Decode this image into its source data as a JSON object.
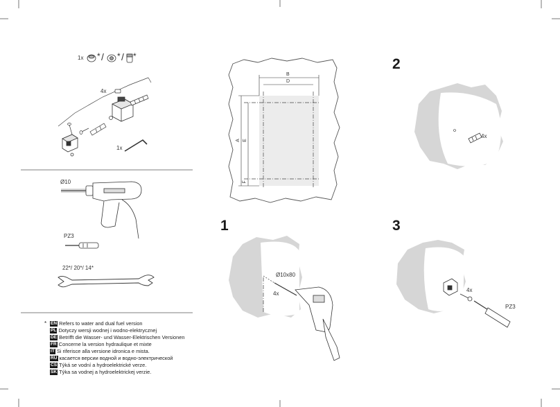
{
  "steps": {
    "s1": "1",
    "s2": "2",
    "s3": "3"
  },
  "parts": {
    "qty_1x_top": "1x",
    "variant_star_1": "*",
    "variant_slash_1": "/",
    "variant_star_2": "*",
    "variant_slash_2": "/",
    "variant_star_3": "*",
    "qty_4x": "4x",
    "qty_1x_key": "1x"
  },
  "tools": {
    "drill_bit": "Ø10",
    "screwdriver": "PZ3",
    "wrench": "22*/ 20*/ 14*"
  },
  "template": {
    "B": "B",
    "D": "D",
    "A": "A",
    "E": "E",
    "F": "F"
  },
  "step1": {
    "hole": "Ø10x80",
    "qty": "4x"
  },
  "step2": {
    "qty": "4x"
  },
  "step3": {
    "qty": "4x",
    "tool": "PZ3"
  },
  "legend": {
    "asterisk": "*",
    "rows": [
      {
        "code": "EN",
        "text": "Refers to water and dual fuel version"
      },
      {
        "code": "PL",
        "text": "Dotyczy wersji wodnej i wodno-elektrycznej"
      },
      {
        "code": "DE",
        "text": "Betrifft die Wasser- und Wasser-Elektrischen Versionen"
      },
      {
        "code": "FR",
        "text": "Concerne la version hydraulique et mixte"
      },
      {
        "code": "IT",
        "text": "Si riferisce alla versione idronica e mista."
      },
      {
        "code": "RU",
        "text": "касается версии водной и водно-электрической"
      },
      {
        "code": "CS",
        "text": "Týká se vodní a hydroelektrické verze."
      },
      {
        "code": "SK",
        "text": "Týka sa vodnej a hydroelektrickej verzie."
      }
    ]
  },
  "colors": {
    "line": "#333333",
    "wall": "#d6d6d6",
    "template": "#ececec"
  }
}
